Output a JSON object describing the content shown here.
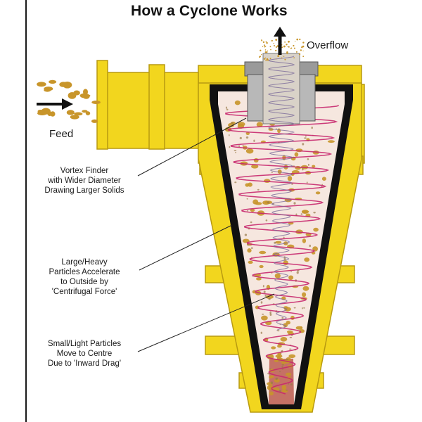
{
  "title": "How a Cyclone Works",
  "labels": {
    "feed": "Feed",
    "overflow": "Overflow",
    "vortex_finder": [
      "Vortex Finder",
      "with Wider Diameter",
      "Drawing Larger Solids"
    ],
    "large_particles": [
      "Large/Heavy",
      "Particles Accelerate",
      "to Outside by",
      "'Centrifugal Force'"
    ],
    "small_particles": [
      "Small/Light Particles",
      "Move to Centre",
      "Due to 'Inward Drag'"
    ]
  },
  "colors": {
    "housing": "#f2d61e",
    "housing_stroke": "#b89a10",
    "wall": "#111111",
    "interior": "#f6e7df",
    "spiral": "#c8286e",
    "particles": "#c8952a",
    "vortex_finder": "#b8b8b8",
    "underflow": "#b44a3c"
  }
}
